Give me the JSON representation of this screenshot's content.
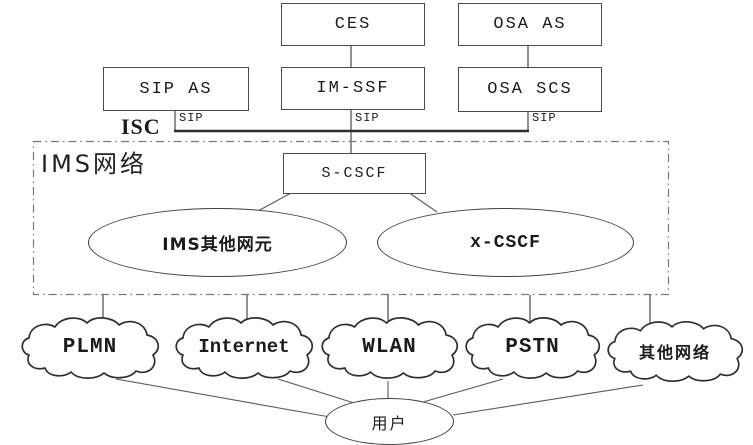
{
  "colors": {
    "background": "#ffffff",
    "line": "#4a4a4a",
    "thick_line": "#2e2e2e",
    "box_border": "#4a4a4a",
    "text": "#1b1b1b"
  },
  "nodes": {
    "ces": "CES",
    "osa_as": "OSA AS",
    "sip_as": "SIP AS",
    "im_ssf": "IM-SSF",
    "osa_scs": "OSA SCS",
    "s_cscf": "S-CSCF",
    "ims_other_elements": "IMS其他网元",
    "x_cscf": "x-CSCF",
    "user": "用户"
  },
  "labels": {
    "isc": "ISC",
    "sip": [
      "SIP",
      "SIP",
      "SIP"
    ],
    "ims_network": "IMS网络"
  },
  "access_networks": [
    "PLMN",
    "Internet",
    "WLAN",
    "PSTN",
    "其他网络"
  ]
}
